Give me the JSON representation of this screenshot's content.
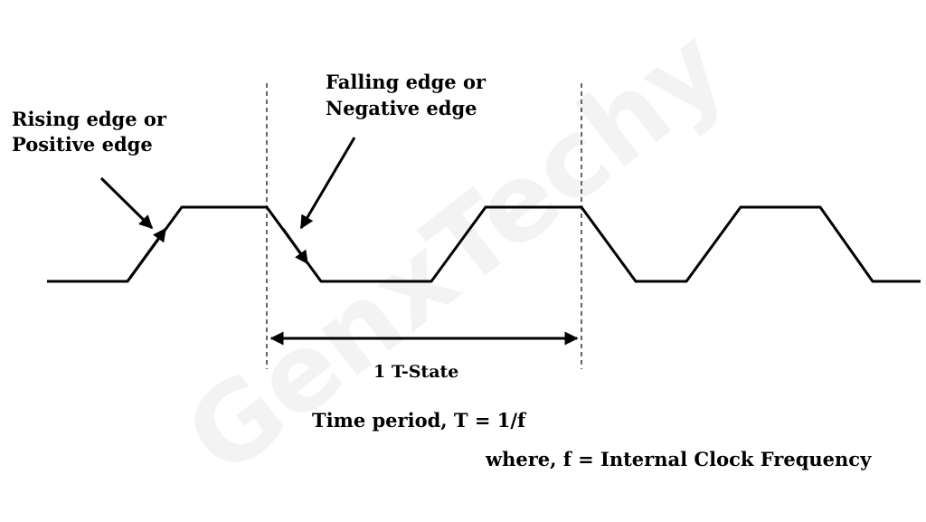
{
  "watermark": "GenxTechy",
  "labels": {
    "rising_line1": "Rising edge or",
    "rising_line2": "Positive edge",
    "falling_line1": "Falling edge or",
    "falling_line2": "Negative edge",
    "t_state": "1 T-State",
    "time_period": "Time period, T = 1/f",
    "where": "where, f = Internal Clock Frequency"
  },
  "colors": {
    "ink": "#000000",
    "background": "#ffffff"
  }
}
